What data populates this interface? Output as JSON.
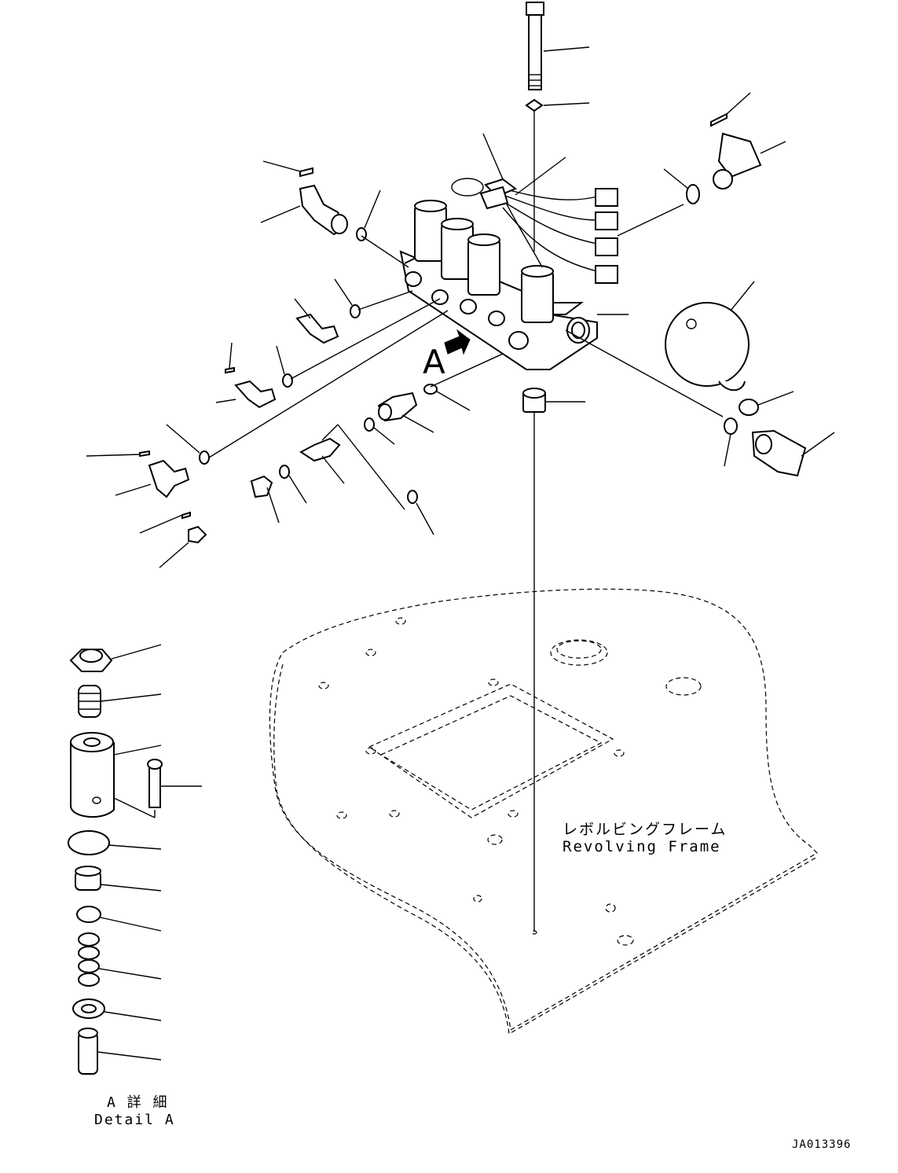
{
  "labels": {
    "view_marker": "A",
    "frame_jp": "レボルビングフレーム",
    "frame_en": "Revolving Frame",
    "detail_jp": "A 詳 細",
    "detail_en": "Detail A",
    "drawing_id": "JA013396"
  }
}
